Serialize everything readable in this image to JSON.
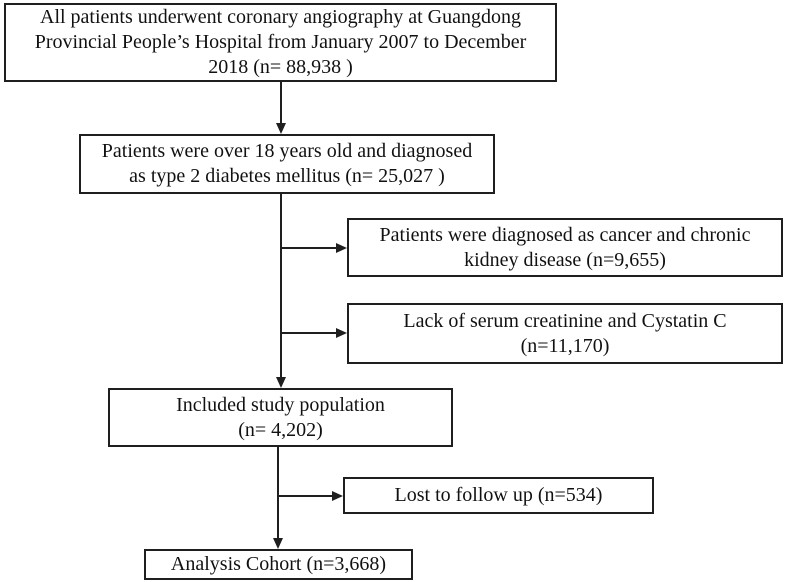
{
  "figure": {
    "type": "flowchart",
    "colors": {
      "background": "#ffffff",
      "box_border": "#1f1f1f",
      "text": "#111111",
      "arrow": "#1f1f1f"
    },
    "nodes": [
      {
        "name": "coronary-angiography-population",
        "lines": [
          "All patients underwent coronary angiography at Guangdong",
          "Provincial People’s Hospital from January 2007 to December",
          "2018 (n= 88,938 )"
        ]
      },
      {
        "name": "t2dm-over-18",
        "lines": [
          "Patients were over 18 years old and diagnosed",
          "as type 2 diabetes mellitus (n= 25,027 )"
        ]
      },
      {
        "name": "excluded-cancer-ckd",
        "lines": [
          "Patients were diagnosed as cancer and chronic",
          "kidney disease (n=9,655)"
        ]
      },
      {
        "name": "excluded-lack-labs",
        "lines": [
          "Lack of serum creatinine and Cystatin C",
          "(n=11,170)"
        ]
      },
      {
        "name": "included-population",
        "lines": [
          "Included study population",
          "(n= 4,202)"
        ]
      },
      {
        "name": "lost-followup",
        "lines": [
          "Lost to follow up (n=534)"
        ]
      },
      {
        "name": "analysis-cohort",
        "lines": [
          "Analysis Cohort (n=3,668)"
        ]
      }
    ]
  }
}
